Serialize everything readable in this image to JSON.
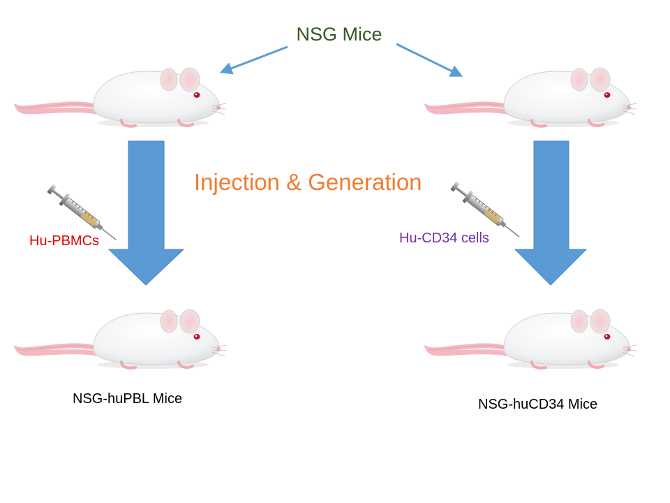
{
  "title": {
    "text": "NSG Mice",
    "color": "#375623"
  },
  "center_label": {
    "text": "Injection & Generation",
    "color": "#ED7D31"
  },
  "left": {
    "injection_label": "Hu-PBMCs",
    "injection_color": "#E00000",
    "result_label": "NSG-huPBL Mice"
  },
  "right": {
    "injection_label": "Hu-CD34 cells",
    "injection_color": "#7030A0",
    "result_label": "NSG-huCD34 Mice"
  },
  "colors": {
    "arrow": "#5B9BD5",
    "arrow_edge": "#4A86C0"
  },
  "icons": [
    "mouse-icon",
    "syringe-icon"
  ]
}
